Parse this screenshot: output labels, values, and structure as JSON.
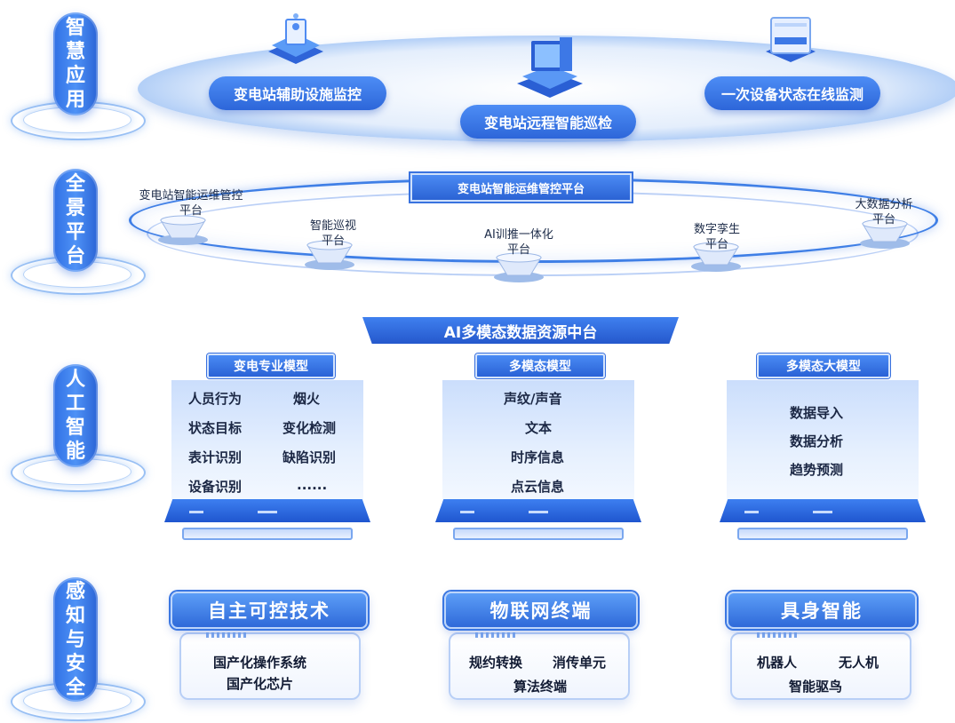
{
  "layers": {
    "application": [
      "智",
      "慧",
      "应",
      "用"
    ],
    "platform": [
      "全",
      "景",
      "平",
      "台"
    ],
    "ai": [
      "人",
      "工",
      "智",
      "能"
    ],
    "security": [
      "感",
      "知",
      "与",
      "安",
      "全"
    ]
  },
  "applications": {
    "aux_monitor": "变电站辅助设施监控",
    "remote_inspection": "变电站远程智能巡检",
    "equipment_monitor": "一次设备状态在线监测"
  },
  "platform": {
    "banner": "变电站智能运维管控平台",
    "nodes": {
      "ops_line1": "变电站智能运维管控",
      "ops_line2": "平台",
      "patrol_line1": "智能巡视",
      "patrol_line2": "平台",
      "ai_line1": "AI训推一体化",
      "ai_line2": "平台",
      "twin_line1": "数字孪生",
      "twin_line2": "平台",
      "bigdata_line1": "大数据分析",
      "bigdata_line2": "平台"
    }
  },
  "ai_center": "AI多模态数据资源中台",
  "models": {
    "power": {
      "title": "变电专业模型",
      "items": [
        "人员行为",
        "烟火",
        "状态目标",
        "变化检测",
        "表计识别",
        "缺陷识别",
        "设备识别",
        "......"
      ]
    },
    "multimodal": {
      "title": "多模态模型",
      "items": [
        "声纹/声音",
        "文本",
        "时序信息",
        "点云信息"
      ]
    },
    "large": {
      "title": "多模态大模型",
      "items": [
        "数据导入",
        "数据分析",
        "趋势预测"
      ]
    }
  },
  "security": {
    "autonomous": {
      "title": "自主可控技术",
      "line1": "国产化操作系统",
      "line2": "国产化芯片"
    },
    "iot": {
      "title": "物联网终端",
      "item1": "规约转换",
      "item2": "消传单元",
      "line2": "算法终端"
    },
    "embodied": {
      "title": "具身智能",
      "item1": "机器人",
      "item2": "无人机",
      "line2": "智能驱鸟"
    }
  }
}
